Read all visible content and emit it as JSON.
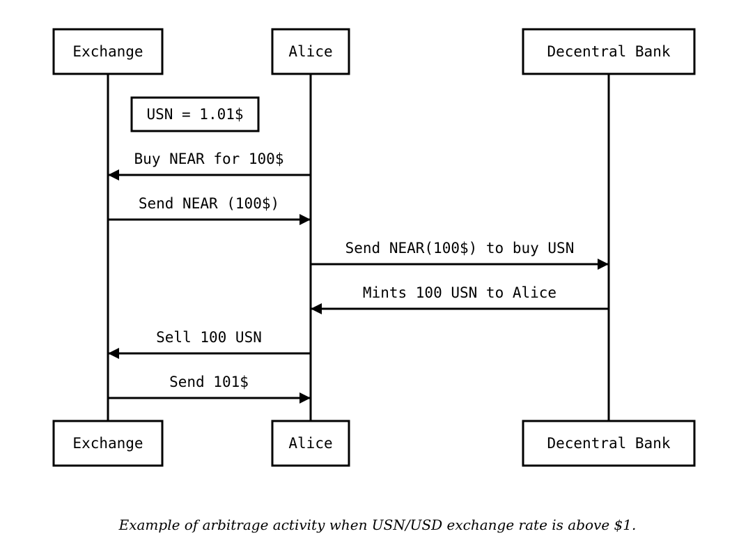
{
  "actors": [
    {
      "id": "exchange",
      "label": "Exchange"
    },
    {
      "id": "alice",
      "label": "Alice"
    },
    {
      "id": "bank",
      "label": "Decentral Bank"
    }
  ],
  "note": {
    "label": "USN = 1.01$"
  },
  "messages": [
    {
      "from": "alice",
      "to": "exchange",
      "label": "Buy NEAR for 100$"
    },
    {
      "from": "exchange",
      "to": "alice",
      "label": "Send NEAR (100$)"
    },
    {
      "from": "alice",
      "to": "bank",
      "label": "Send NEAR(100$) to buy USN"
    },
    {
      "from": "bank",
      "to": "alice",
      "label": "Mints 100 USN to Alice"
    },
    {
      "from": "alice",
      "to": "exchange",
      "label": "Sell 100 USN"
    },
    {
      "from": "exchange",
      "to": "alice",
      "label": "Send 101$"
    }
  ],
  "caption": "Example of arbitrage activity when USN/USD exchange rate is above $1."
}
